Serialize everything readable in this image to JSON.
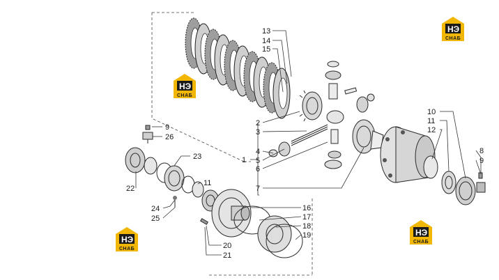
{
  "logo": {
    "top_text": "НЭ",
    "bottom_text": "СНАБ",
    "accent_color": "#f2b705"
  },
  "callouts": [
    {
      "id": "1",
      "label": "1"
    },
    {
      "id": "2",
      "label": "2"
    },
    {
      "id": "3",
      "label": "3"
    },
    {
      "id": "4",
      "label": "4"
    },
    {
      "id": "5",
      "label": "5"
    },
    {
      "id": "6",
      "label": "6"
    },
    {
      "id": "7",
      "label": "7"
    },
    {
      "id": "8",
      "label": "8"
    },
    {
      "id": "9a",
      "label": "9"
    },
    {
      "id": "9b",
      "label": "9"
    },
    {
      "id": "10",
      "label": "10"
    },
    {
      "id": "11a",
      "label": "11"
    },
    {
      "id": "11b",
      "label": "11"
    },
    {
      "id": "12",
      "label": "12"
    },
    {
      "id": "13",
      "label": "13"
    },
    {
      "id": "14",
      "label": "14"
    },
    {
      "id": "15",
      "label": "15"
    },
    {
      "id": "16",
      "label": "16"
    },
    {
      "id": "17",
      "label": "17"
    },
    {
      "id": "18",
      "label": "18"
    },
    {
      "id": "19",
      "label": "19"
    },
    {
      "id": "20",
      "label": "20"
    },
    {
      "id": "21",
      "label": "21"
    },
    {
      "id": "22",
      "label": "22"
    },
    {
      "id": "23",
      "label": "23"
    },
    {
      "id": "24",
      "label": "24"
    },
    {
      "id": "25",
      "label": "25"
    },
    {
      "id": "26",
      "label": "26"
    }
  ]
}
